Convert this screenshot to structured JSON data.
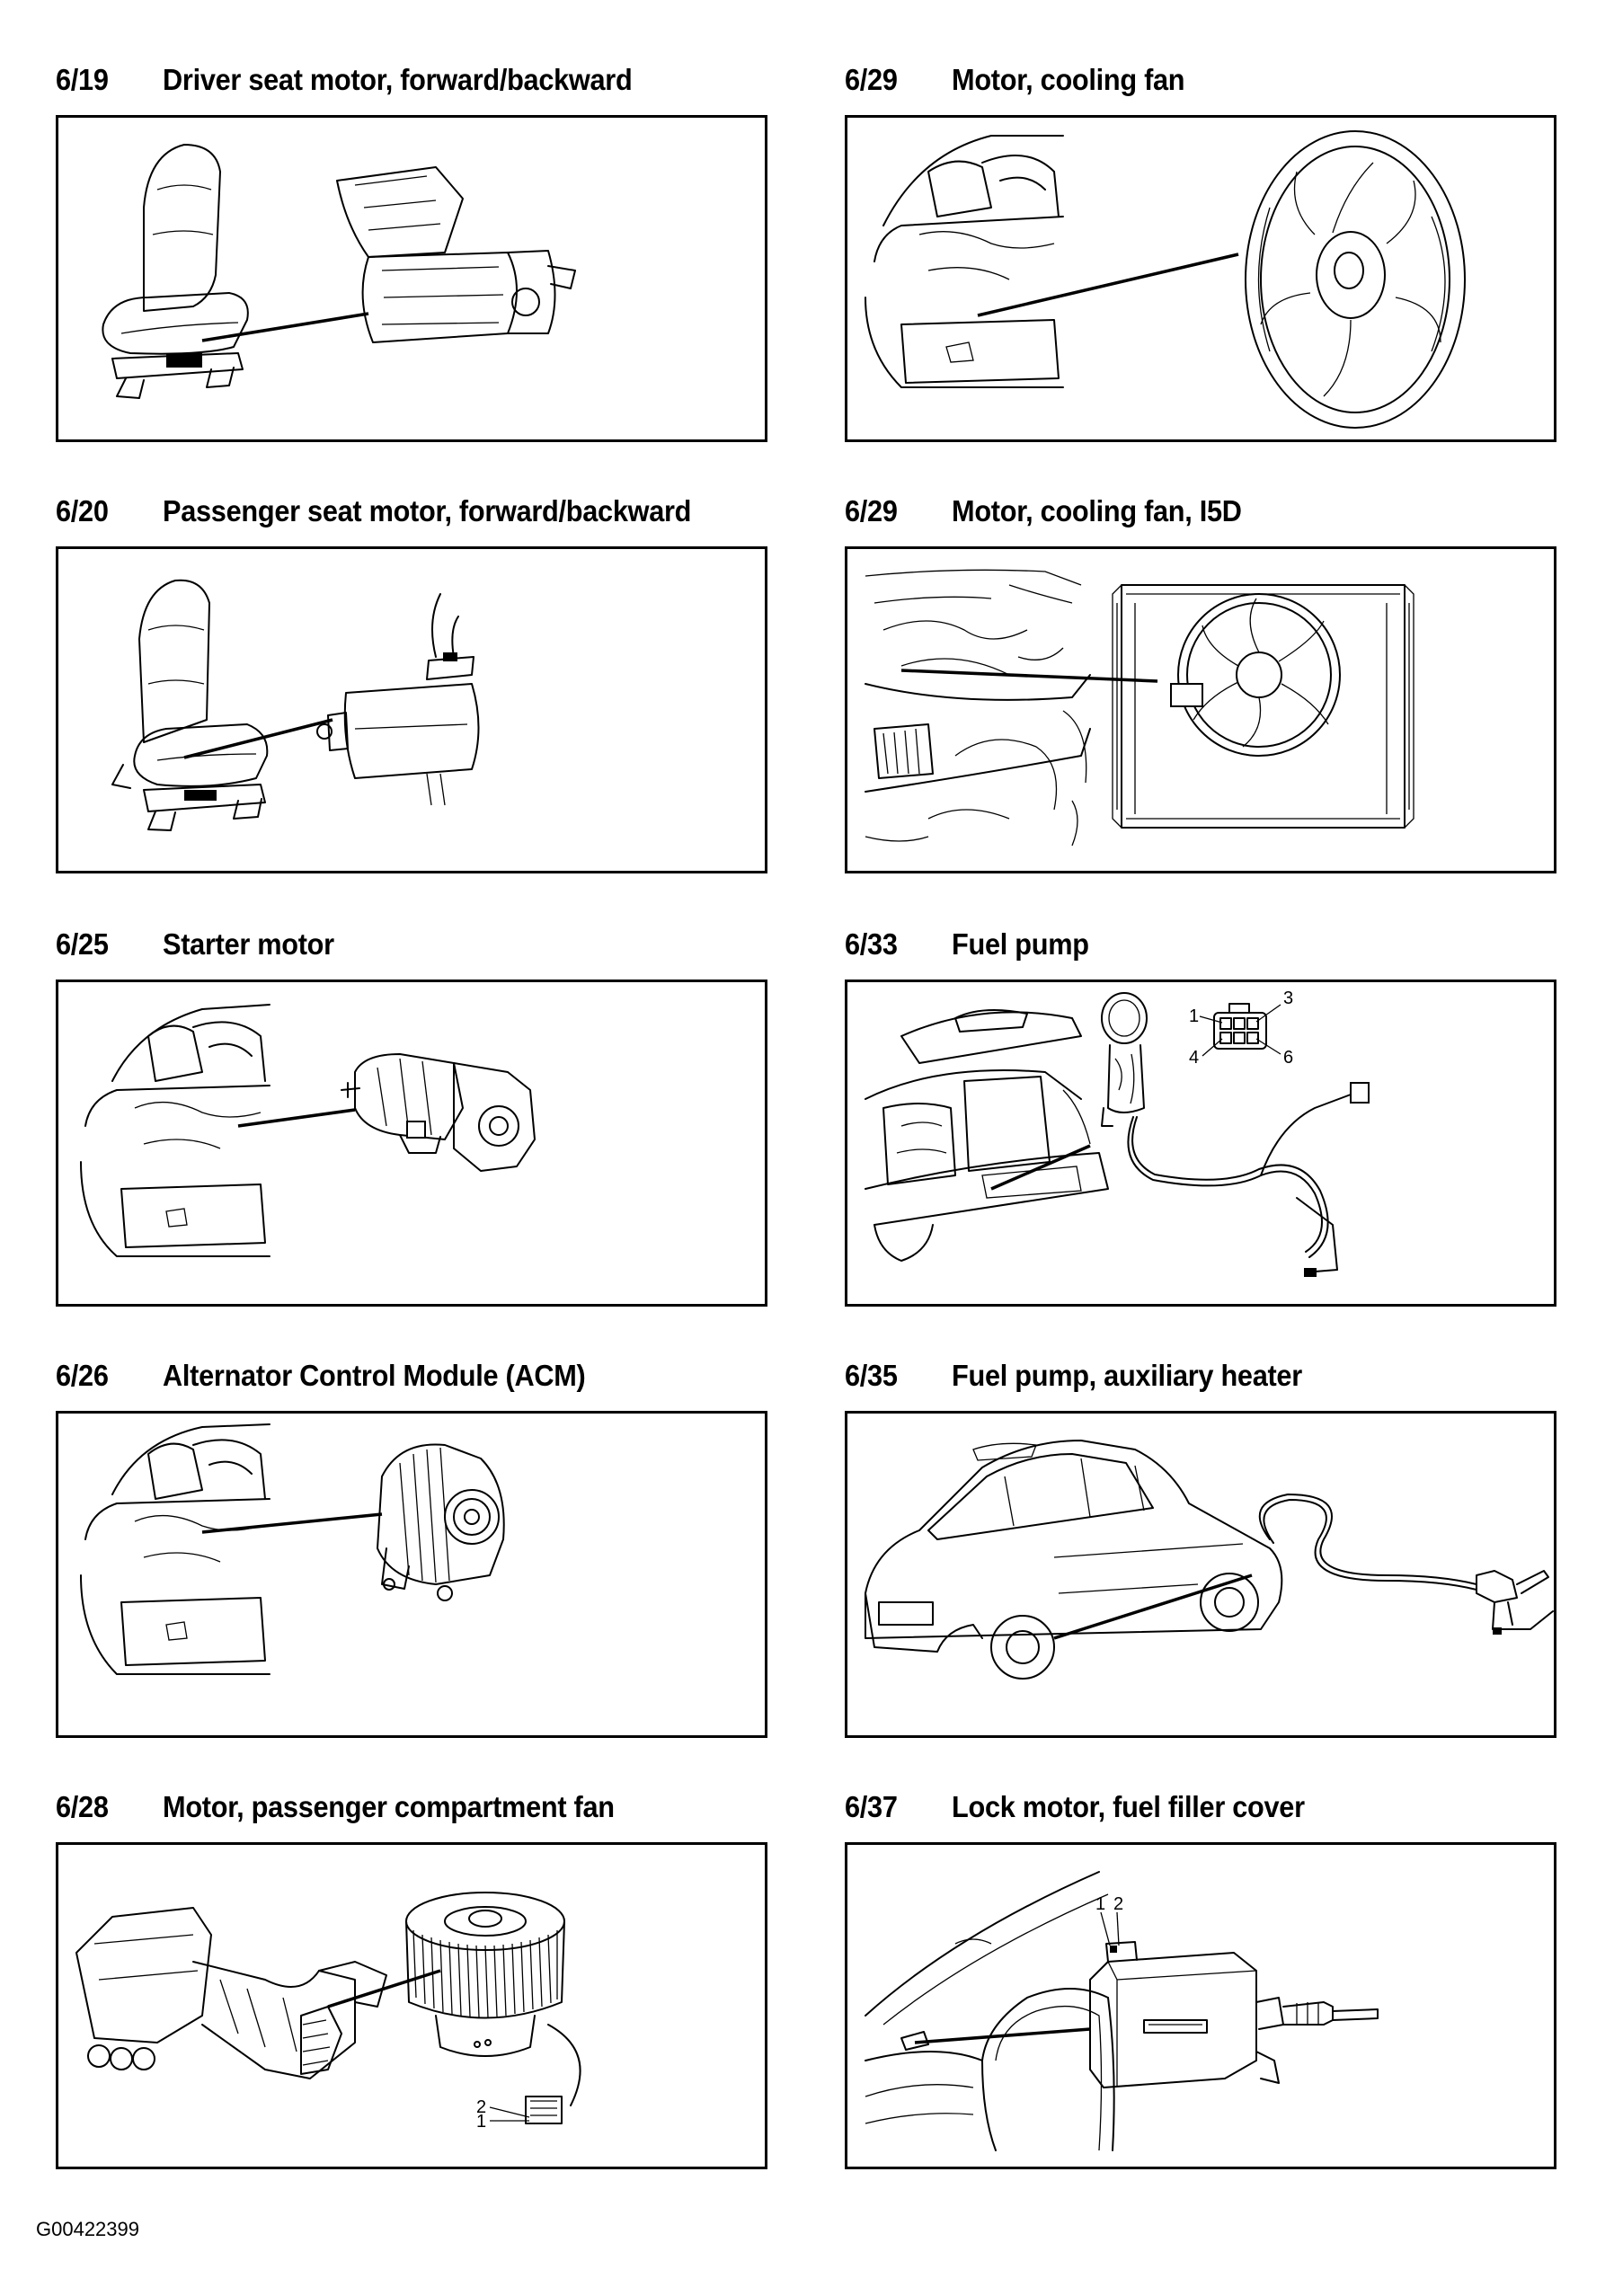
{
  "page": {
    "figure_id": "G00422399"
  },
  "panels": [
    {
      "code": "6/19",
      "title": "Driver seat motor, forward/backward",
      "illustration": "seat-with-motor"
    },
    {
      "code": "6/29",
      "title": "Motor, cooling fan",
      "illustration": "engine-bay-with-fan"
    },
    {
      "code": "6/20",
      "title": "Passenger seat motor, forward/backward",
      "illustration": "seat-with-motor"
    },
    {
      "code": "6/29",
      "title": "Motor, cooling fan, I5D",
      "illustration": "engine-bay-with-radiator-fan"
    },
    {
      "code": "6/25",
      "title": "Starter motor",
      "illustration": "engine-bay-with-starter"
    },
    {
      "code": "6/33",
      "title": "Fuel pump",
      "illustration": "car-interior-with-fuel-pump",
      "connector_pins": [
        "1",
        "3",
        "4",
        "6"
      ]
    },
    {
      "code": "6/26",
      "title": "Alternator Control Module (ACM)",
      "illustration": "engine-bay-with-alternator"
    },
    {
      "code": "6/35",
      "title": "Fuel pump, auxiliary heater",
      "illustration": "car-with-aux-heater-pump"
    },
    {
      "code": "6/28",
      "title": "Motor, passenger compartment fan",
      "illustration": "hvac-unit-with-blower",
      "connector_pins": [
        "2",
        "1"
      ]
    },
    {
      "code": "6/37",
      "title": "Lock motor, fuel filler cover",
      "illustration": "rear-fender-with-lock-motor",
      "connector_pins": [
        "1",
        "2"
      ]
    }
  ]
}
